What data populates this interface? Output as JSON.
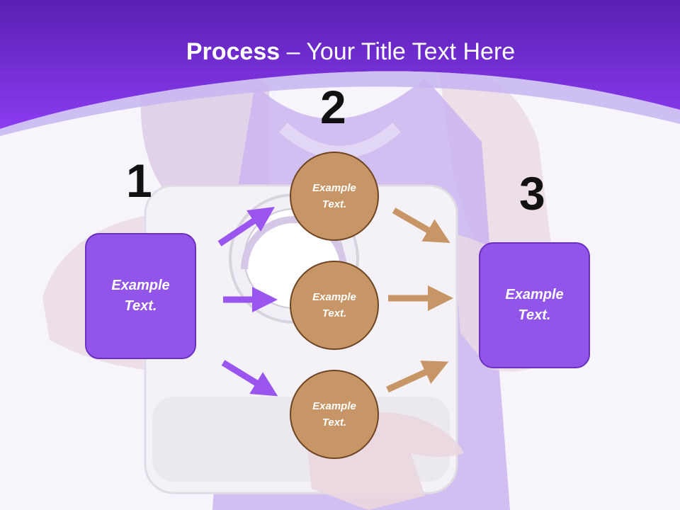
{
  "title": {
    "bold": "Process",
    "rest": " – Your Title Text Here"
  },
  "steps": {
    "one": "1",
    "two": "2",
    "three": "3"
  },
  "boxes": {
    "left": "Example\nText.",
    "right": "Example\nText."
  },
  "circles": [
    {
      "label": "Example\nText."
    },
    {
      "label": "Example\nText."
    },
    {
      "label": "Example\nText."
    }
  ],
  "colors": {
    "header": "#7e30e6",
    "box_fill": "#9155ea",
    "circle_fill": "#c89666",
    "purple_arrow": "#9a55ee",
    "orange_arrow": "#c89666"
  }
}
